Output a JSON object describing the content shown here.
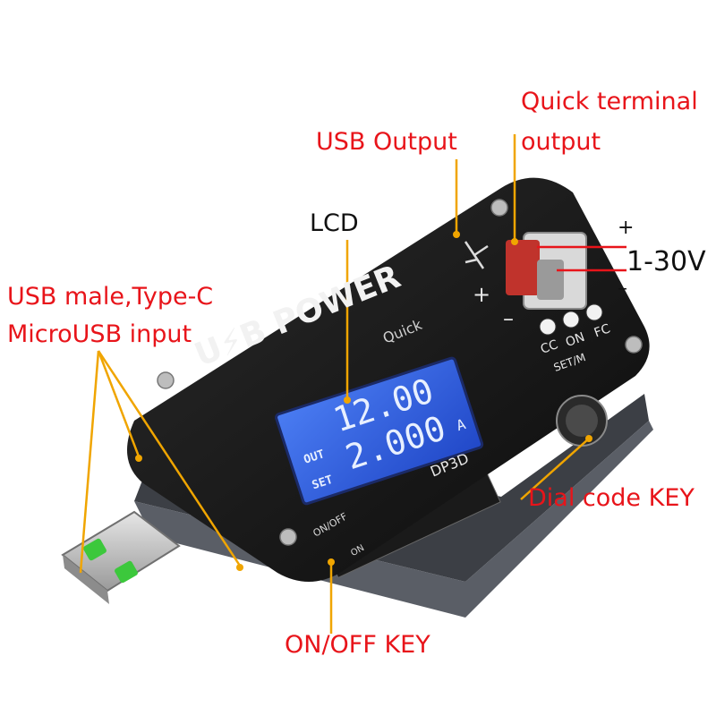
{
  "annotations": {
    "quick_terminal_line1": "Quick terminal",
    "quick_terminal_line2": "output",
    "usb_output": "USB Output",
    "lcd": "LCD",
    "usb_input_line1": "USB male,Type-C",
    "usb_input_line2": "MicroUSB input",
    "voltage_range": "1-30V",
    "plus": "+",
    "minus": "–",
    "dial_code_key": "Dial code KEY",
    "on_off_key": "ON/OFF KEY"
  },
  "device": {
    "brand_text": "U⚡B POWER",
    "brand_sub": "Quick",
    "board_plus": "+",
    "board_minus": "–",
    "cc": "CC",
    "on": "ON",
    "fc": "FC",
    "set_m": "SET/M",
    "model": "DP3D",
    "switch_on_off": "ON/OFF",
    "switch_on": "ON",
    "lcd": {
      "row1_label": "OUT",
      "row1_value": "12.00",
      "row1_unit": "",
      "row2_value": "2.000",
      "row2_unit": "A",
      "row2_label": "SET"
    }
  },
  "colors": {
    "callout_line": "#f0a500",
    "callout_red": "#e8141a",
    "board": "#141414",
    "lcd_bg": "#2f5fe0",
    "lcd_text": "#e8f0ff",
    "usb_connector": "#c8c8c8",
    "usb_pins": "#3cc83c"
  }
}
